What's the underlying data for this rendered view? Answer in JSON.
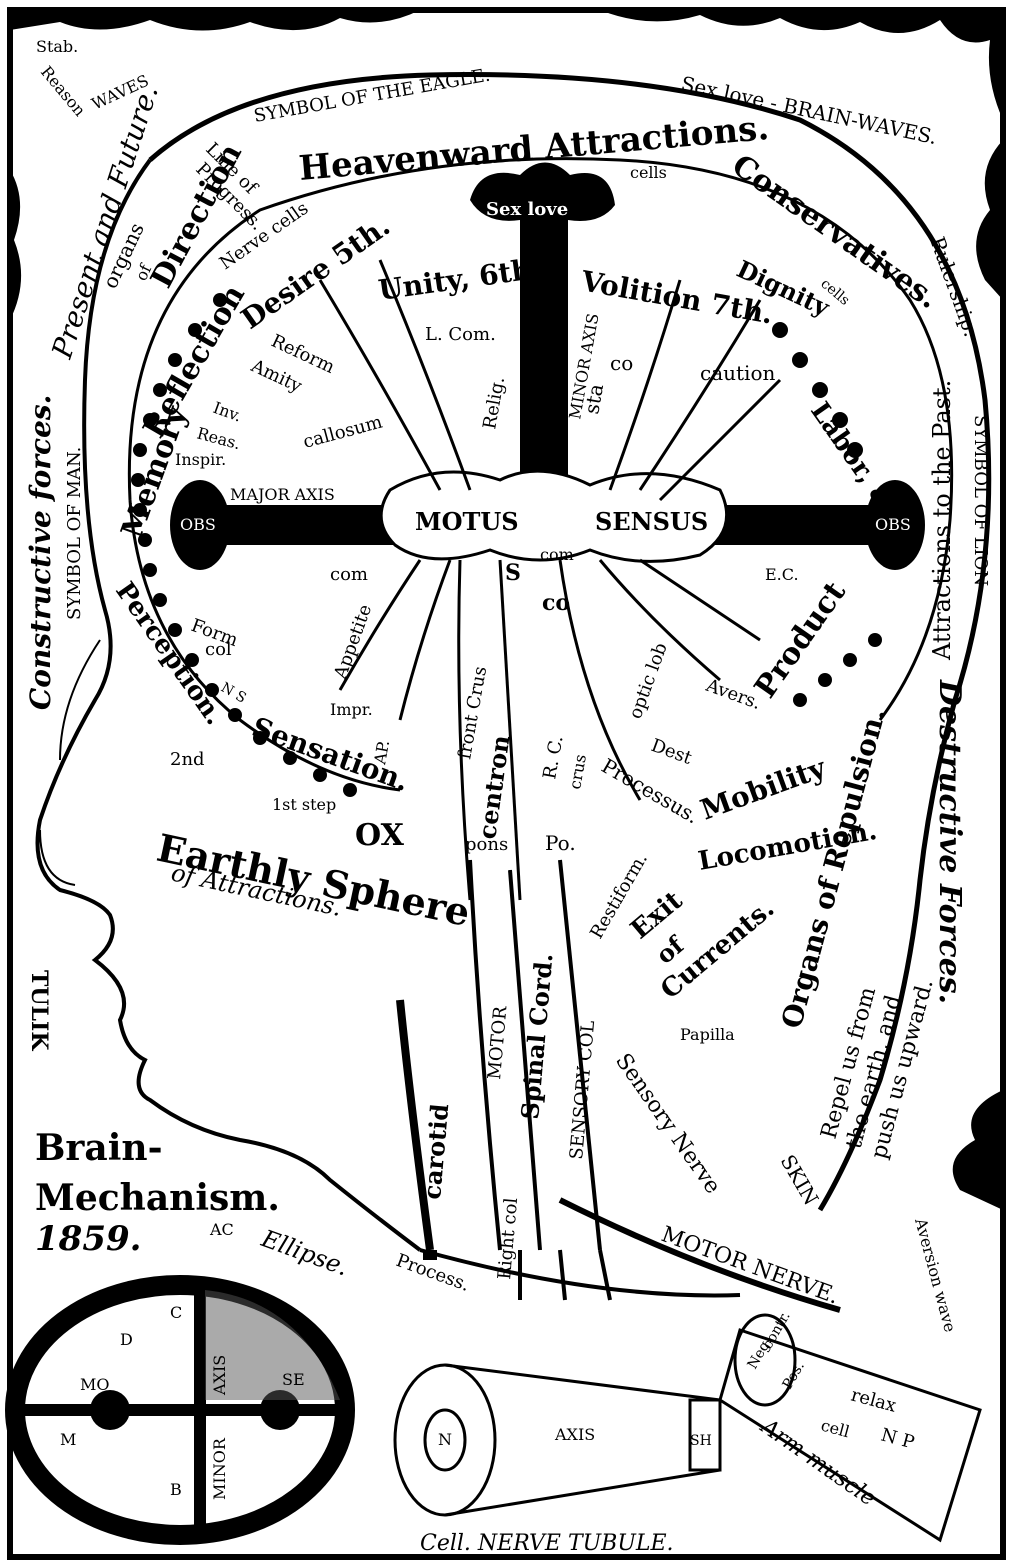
{
  "corner_tl": {
    "line1": "Stab.",
    "line2": "Reason",
    "line3": "WAVES"
  },
  "top": {
    "present_future": "Present and Future.",
    "line_of_progress": {
      "line1": "Line of",
      "line2": "Progress."
    },
    "symbol_eagle": "SYMBOL OF THE EAGLE.",
    "heavenward": "Heavenward Attractions.",
    "sexlove_waves": "Sex love - BRAIN-WAVES.",
    "conservatives": "Conservatives."
  },
  "right_side": {
    "rulership": "Rulership.",
    "attractions_past": "Attractions to the Past.",
    "symbol_lion": "SYMBOL OF LION",
    "destructive": "Destructive Forces.",
    "organs_repulsion": "Organs of Repulsion.",
    "repel": {
      "line1": "Repel us from",
      "line2": "the earth, and",
      "line3": "push us upward."
    },
    "aversion_wave": "Aversion wave"
  },
  "left_side": {
    "constructive": "Constructive forces.",
    "symbol_man": "SYMBOL OF MAN.",
    "organs_direction": {
      "line1": "organs",
      "line2": "of",
      "line3": "Direction"
    },
    "nerve_cells": "Nerve cells",
    "tulik": "TULIK",
    "brain_mechanism": {
      "line1": "Brain-",
      "line2": "Mechanism.",
      "line3": "1859."
    }
  },
  "brain": {
    "cells_top": "cells",
    "sexlove": "Sex love",
    "desire": "Desire 5th.",
    "unity": "Unity, 6th.",
    "volition": "Volition 7th.",
    "dignity": "Dignity",
    "caution": "caution",
    "labor": "Labor, 8th.",
    "cells_right": "cells",
    "minor_axis": "MINOR AXIS",
    "l_com": "L. Com.",
    "relig": "Relig.",
    "co": "co",
    "sta": "sta",
    "reflection": "Reflection",
    "memory": "Memory",
    "reform": "Reform",
    "amity": "Amity",
    "inv": "Inv.",
    "reas": "Reas.",
    "inspir": "Inspir.",
    "callosum": "callosum",
    "major_axis": "MAJOR AXIS",
    "obs_left": "OBS",
    "obs_right": "OBS",
    "motus": "MOTUS",
    "sensus": "SENSUS",
    "com_center": "com",
    "s_mark": "S",
    "co_mark": "co",
    "perception": "Perception.",
    "form": "Form",
    "col": "col",
    "com_left": "com",
    "n_s": "N S",
    "appetite": "Appetite",
    "impr": "Impr.",
    "sensation": "Sensation.",
    "second": "2nd",
    "first_step": "1st step",
    "ox": "OX",
    "earthly": "Earthly Sphere",
    "of_attractions": "of Attractions.",
    "ap": "AP.",
    "front_crus": "front Crus",
    "centron": "centron",
    "r_c": "R. C.",
    "crus": "crus",
    "optic_lob": "optic lob",
    "avers": "Avers.",
    "dest": "Dest",
    "product": "Product",
    "ec": "E.C.",
    "processus": "Processus.",
    "mobility": "Mobility",
    "locomotion": "Locomotion.",
    "pons": "pons",
    "po": "Po.",
    "restiform": "Restiform.",
    "exit": {
      "line1": "Exit",
      "line2": "of",
      "line3": "Currents."
    },
    "papilla": "Papilla",
    "carotid": "carotid",
    "motor_col": "MOTOR",
    "spinal_cord": "Spinal Cord.",
    "sensory_col": "SENSORY COL",
    "sensory_nerve": "Sensory Nerve",
    "skin": "SKIN",
    "motor_nerve": "MOTOR NERVE.",
    "right_col": "Right col"
  },
  "bottom": {
    "ellipse": "Ellipse.",
    "ac": "AC",
    "process": "Process.",
    "axis": "AXIS",
    "n": "N",
    "sh": "SH",
    "cell_nerve_tubule": "Cell.  NERVE TUBULE.",
    "arm_muscle": "Arm-muscle",
    "contr": "contr.",
    "relax": "relax",
    "neg": "Neg.",
    "pos": "Pos.",
    "cell": "cell",
    "n_p": "N P"
  },
  "ellipse_diagram": {
    "mo": "MO",
    "d": "D",
    "c": "C",
    "m": "M",
    "b": "B",
    "axis": "AXIS",
    "minor": "MINOR",
    "se": "SE"
  }
}
